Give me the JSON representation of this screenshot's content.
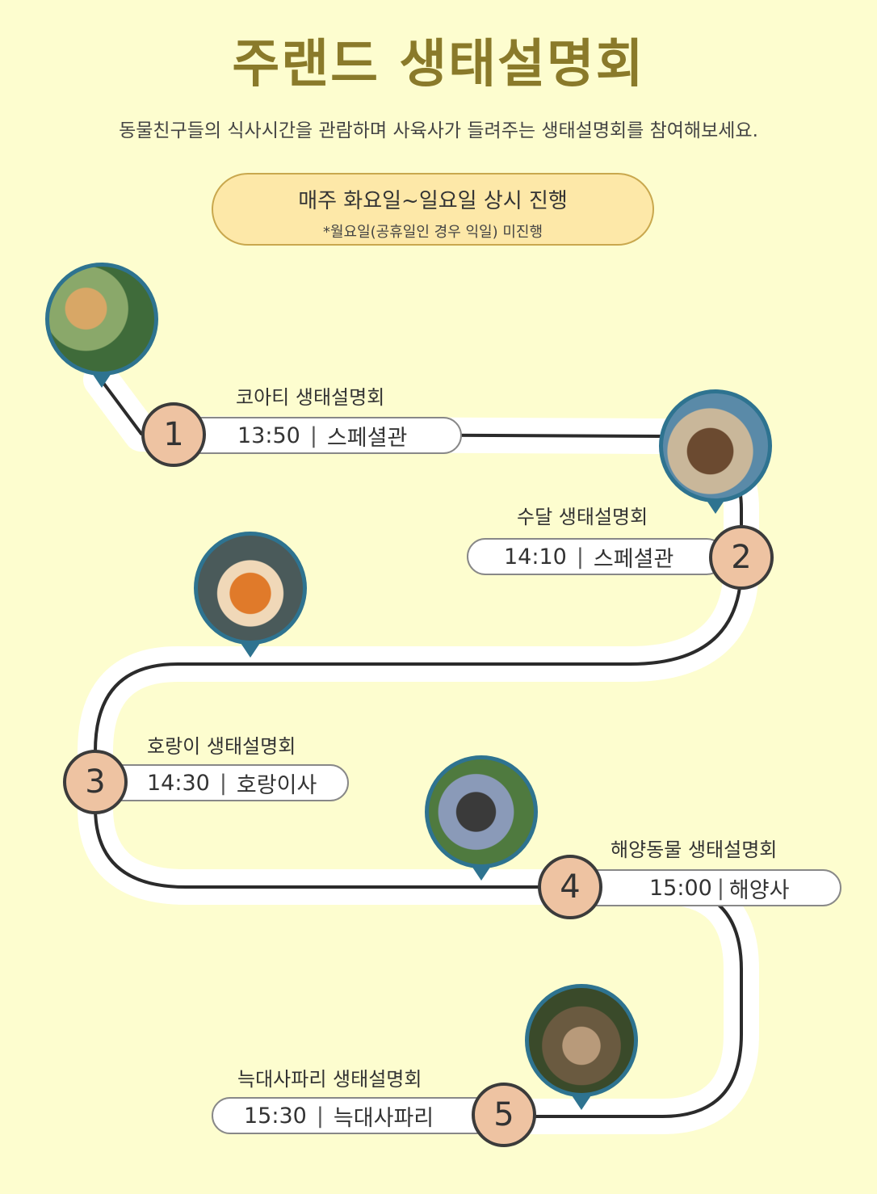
{
  "header": {
    "title": "주랜드 생태설명회",
    "subtitle": "동물친구들의 식사시간을 관람하며 사육사가 들려주는 생태설명회를 참여해보세요."
  },
  "schedule": {
    "main": "매주 화요일~일요일 상시 진행",
    "note": "*월요일(공휴일인 경우 익일) 미진행"
  },
  "stops": [
    {
      "number": "1",
      "title": "코아티 생태설명회",
      "time": "13:50",
      "place": "스페셜관",
      "photo": "coati-photo"
    },
    {
      "number": "2",
      "title": "수달 생태설명회",
      "time": "14:10",
      "place": "스페셜관",
      "photo": "otter-photo"
    },
    {
      "number": "3",
      "title": "호랑이 생태설명회",
      "time": "14:30",
      "place": "호랑이사",
      "photo": "tiger-photo"
    },
    {
      "number": "4",
      "title": "해양동물 생태설명회",
      "time": "15:00",
      "place": "해양사",
      "photo": "marine-photo"
    },
    {
      "number": "5",
      "title": "늑대사파리 생태설명회",
      "time": "15:30",
      "place": "늑대사파리",
      "photo": "wolf-photo"
    }
  ],
  "colors": {
    "background": "#fdfdcf",
    "title": "#8a7a2a",
    "badge": "#eec3a2",
    "photo_border": "#2e7390",
    "schedule_box": "#fde8a8"
  }
}
